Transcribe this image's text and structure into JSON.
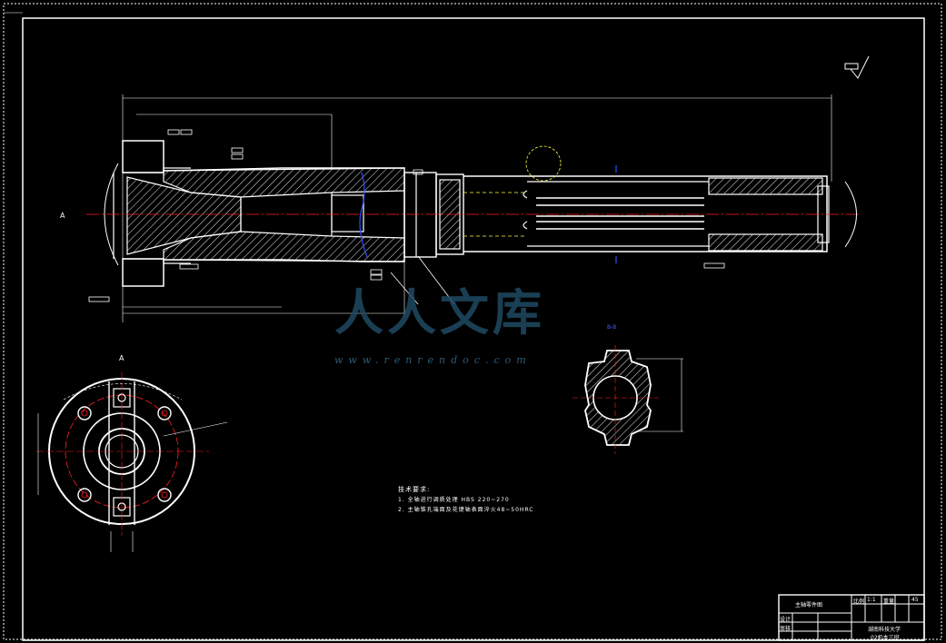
{
  "views": {
    "a_arrow_label": "A",
    "a_view_label": "A",
    "section_label": "B-B"
  },
  "technical_requirements": {
    "title": "技术要求:",
    "items": [
      "1. 全轴进行调质处理  HBS 220~270",
      "2. 主轴锥孔端面及花键轴表面淬火48~50HRC"
    ]
  },
  "title_block": {
    "part_name": "主轴零件图",
    "scale_label": "比例",
    "scale_value": "1:1",
    "weight_label": "重量",
    "material": "45",
    "design_label": "设计",
    "check_label": "审核",
    "school": "湖南科技大学",
    "class_name": "02机本三班"
  },
  "watermark": {
    "brand": "人人文库",
    "url": "www.renrendoc.com"
  },
  "colors": {
    "background": "#000000",
    "lines": "#ffffff",
    "center_lines": "#ff2020",
    "hidden_lines": "#ffff40",
    "section_mark": "#4060ff",
    "watermark": "#1f4a63"
  }
}
